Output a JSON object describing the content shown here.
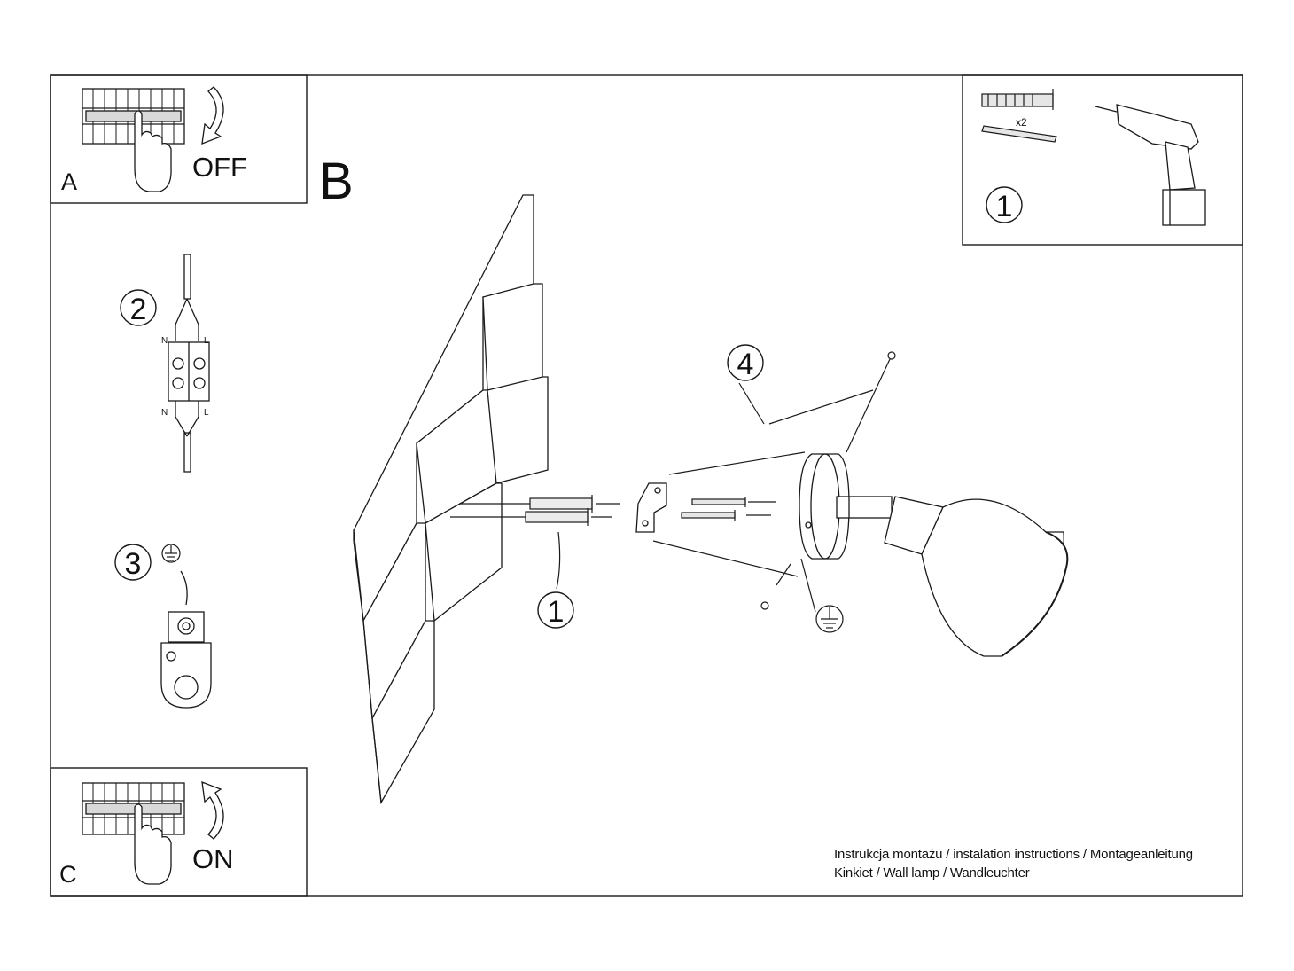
{
  "panels": {
    "a": {
      "letter": "A",
      "switch_label": "OFF"
    },
    "b": {
      "letter": "B"
    },
    "c": {
      "letter": "C",
      "switch_label": "ON"
    }
  },
  "step_numbers": {
    "tools": "1",
    "wiring": "2",
    "earth": "3",
    "mount_screws": "1",
    "cover_screws": "4"
  },
  "tools": {
    "quantity": "x2"
  },
  "terminal_block": {
    "top_left": "N",
    "top_right": "L",
    "bottom_left": "N",
    "bottom_right": "L"
  },
  "caption": {
    "line1": "Instrukcja montażu / instalation instructions / Montageanleitung",
    "line2": "Kinkiet / Wall lamp / Wandleuchter"
  },
  "icons": [
    "breaker-panel-icon",
    "hand-icon",
    "rotate-arrow-icon",
    "wall-plug-icon",
    "screw-icon",
    "drill-icon",
    "terminal-block-icon",
    "earth-symbol-icon",
    "earth-clamp-icon",
    "wall-tiles",
    "mounting-bracket",
    "lamp-base",
    "lamp-shade"
  ]
}
